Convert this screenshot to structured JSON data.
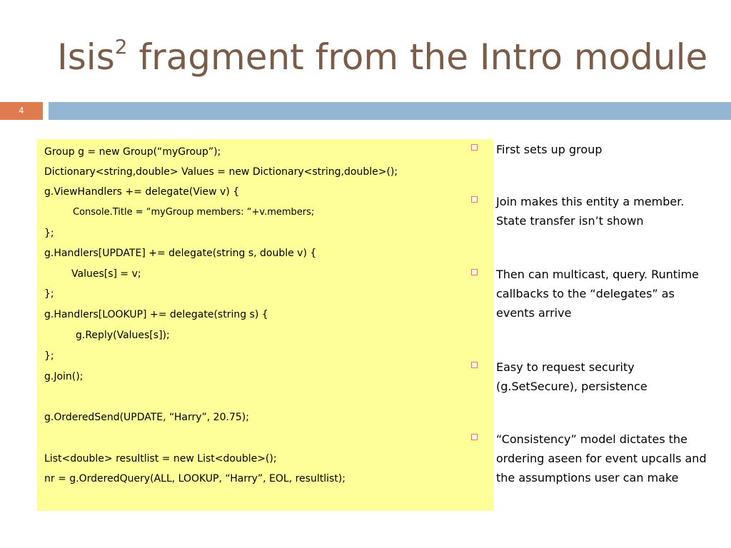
{
  "slide": {
    "title_prefix": "Isis",
    "title_superscript": "2",
    "title_suffix": " fragment from the Intro module",
    "number": "4"
  },
  "code_lines": [
    "Group g = new Group(“myGroup”);",
    "Dictionary<string,double> Values = new Dictionary<string,double>();",
    "g.ViewHandlers += delegate(View v) {",
    "Console.Title = “myGroup members: “+v.members;",
    "};",
    "g.Handlers[UPDATE] += delegate(string s, double v) {",
    "Values[s] = v;",
    "};",
    "g.Handlers[LOOKUP] += delegate(string s) {",
    "g.Reply(Values[s]);",
    "};",
    "g.Join();",
    "g.OrderedSend(UPDATE, “Harry”, 20.75);",
    "List<double> resultlist = new List<double>();",
    "nr = g.OrderedQuery(ALL, LOOKUP, “Harry”, EOL, resultlist);"
  ],
  "bullets": [
    "First sets up group",
    "Join makes this entity a member. State transfer isn’t shown",
    "Then can multicast, query. Runtime callbacks to the “delegates” as events arrive",
    "Easy to request security (g.SetSecure), persistence",
    "“Consistency” model dictates the ordering aseen for event upcalls and the assumptions user can make"
  ],
  "colors": {
    "title": "#7a5c48",
    "accent": "#e07a4f",
    "rule_bar": "#94b6d2",
    "code_background": "#ffff99"
  }
}
